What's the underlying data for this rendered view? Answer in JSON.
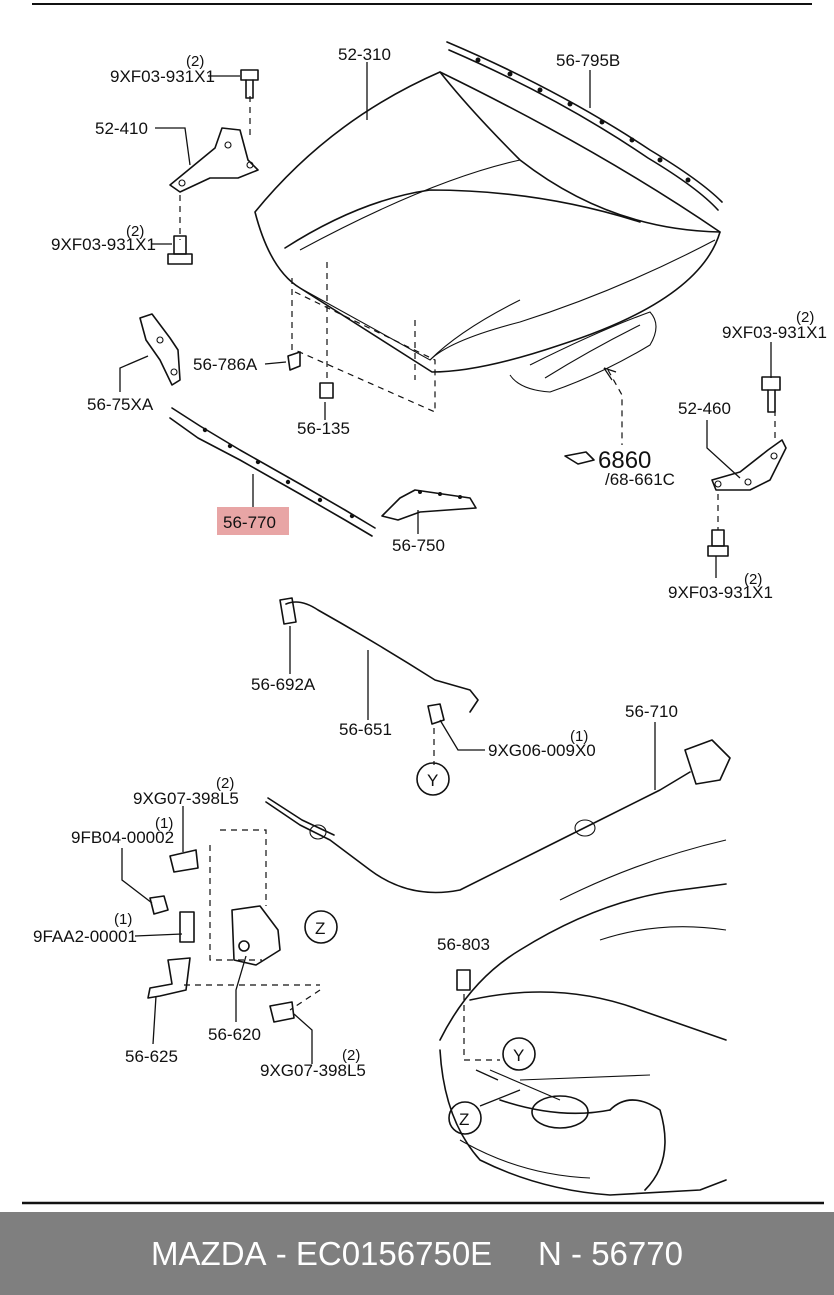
{
  "labels": {
    "p52_310": "52-310",
    "p56_795B": "56-795B",
    "bolt_tl_qty": "(2)",
    "bolt_tl": "9XF03-931X1",
    "p52_410": "52-410",
    "bolt_ml_qty": "(2)",
    "bolt_ml": "9XF03-931X1",
    "p56_786A": "56-786A",
    "p56_75XA": "56-75XA",
    "p56_135": "56-135",
    "p56_770": "56-770",
    "p56_750": "56-750",
    "ref_6860": "6860",
    "ref_68_661C": "/68-661C",
    "bolt_tr_qty": "(2)",
    "bolt_tr": "9XF03-931X1",
    "p52_460": "52-460",
    "bolt_br_qty": "(2)",
    "bolt_br": "9XF03-931X1",
    "p56_692A": "56-692A",
    "p56_651": "56-651",
    "clip_qty": "(1)",
    "clip": "9XG06-009X0",
    "ref_Y": "Y",
    "p56_710": "56-710",
    "bolt_latch_top_qty": "(2)",
    "bolt_latch_top": "9XG07-398L5",
    "nut_qty": "(1)",
    "nut": "9FB04-00002",
    "screw_qty": "(1)",
    "screw": "9FAA2-00001",
    "ref_Z": "Z",
    "p56_803": "56-803",
    "p56_620": "56-620",
    "p56_625": "56-625",
    "bolt_latch_bot_qty": "(2)",
    "bolt_latch_bot": "9XG07-398L5",
    "car_ref_Y": "Y",
    "car_ref_Z": "Z"
  },
  "highlight_color": "#e8a5a5",
  "footer": {
    "brand": "MAZDA",
    "sep1": " - ",
    "part_number": "EC0156750E",
    "gap": "     ",
    "n_prefix": "N",
    "sep2": " - ",
    "n_number": "56770"
  }
}
